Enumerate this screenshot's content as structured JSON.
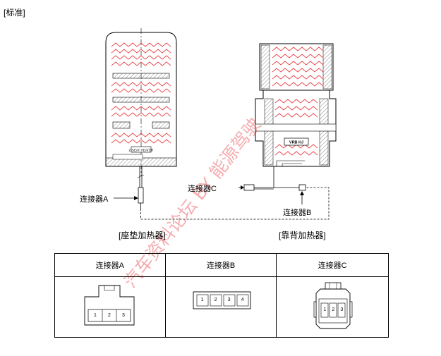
{
  "header": {
    "standard_label": "[标准]"
  },
  "diagram": {
    "connector_a_callout": "连接器A",
    "connector_b_callout": "连接器B",
    "connector_c_callout": "连接器C",
    "seat_cushion_heater": "[座垫加热器]",
    "seat_back_heater": "[靠背加热器]",
    "seat_label_plate": "Z-SEAT HEATER",
    "back_label_plate": "VRB HJ",
    "watermark": "汽车资料论坛 BY 能源驾驶"
  },
  "connector_table": {
    "headers": [
      "连接器A",
      "连接器B",
      "连接器C"
    ],
    "connector_a_pins": [
      "1",
      "2",
      "3"
    ],
    "connector_b_pins": [
      "1",
      "2",
      "3",
      "4"
    ],
    "connector_c_pins": [
      "1",
      "2",
      "3"
    ]
  },
  "colors": {
    "heater_wire": "#e8474d",
    "line": "#000000",
    "hatch": "#777777"
  }
}
